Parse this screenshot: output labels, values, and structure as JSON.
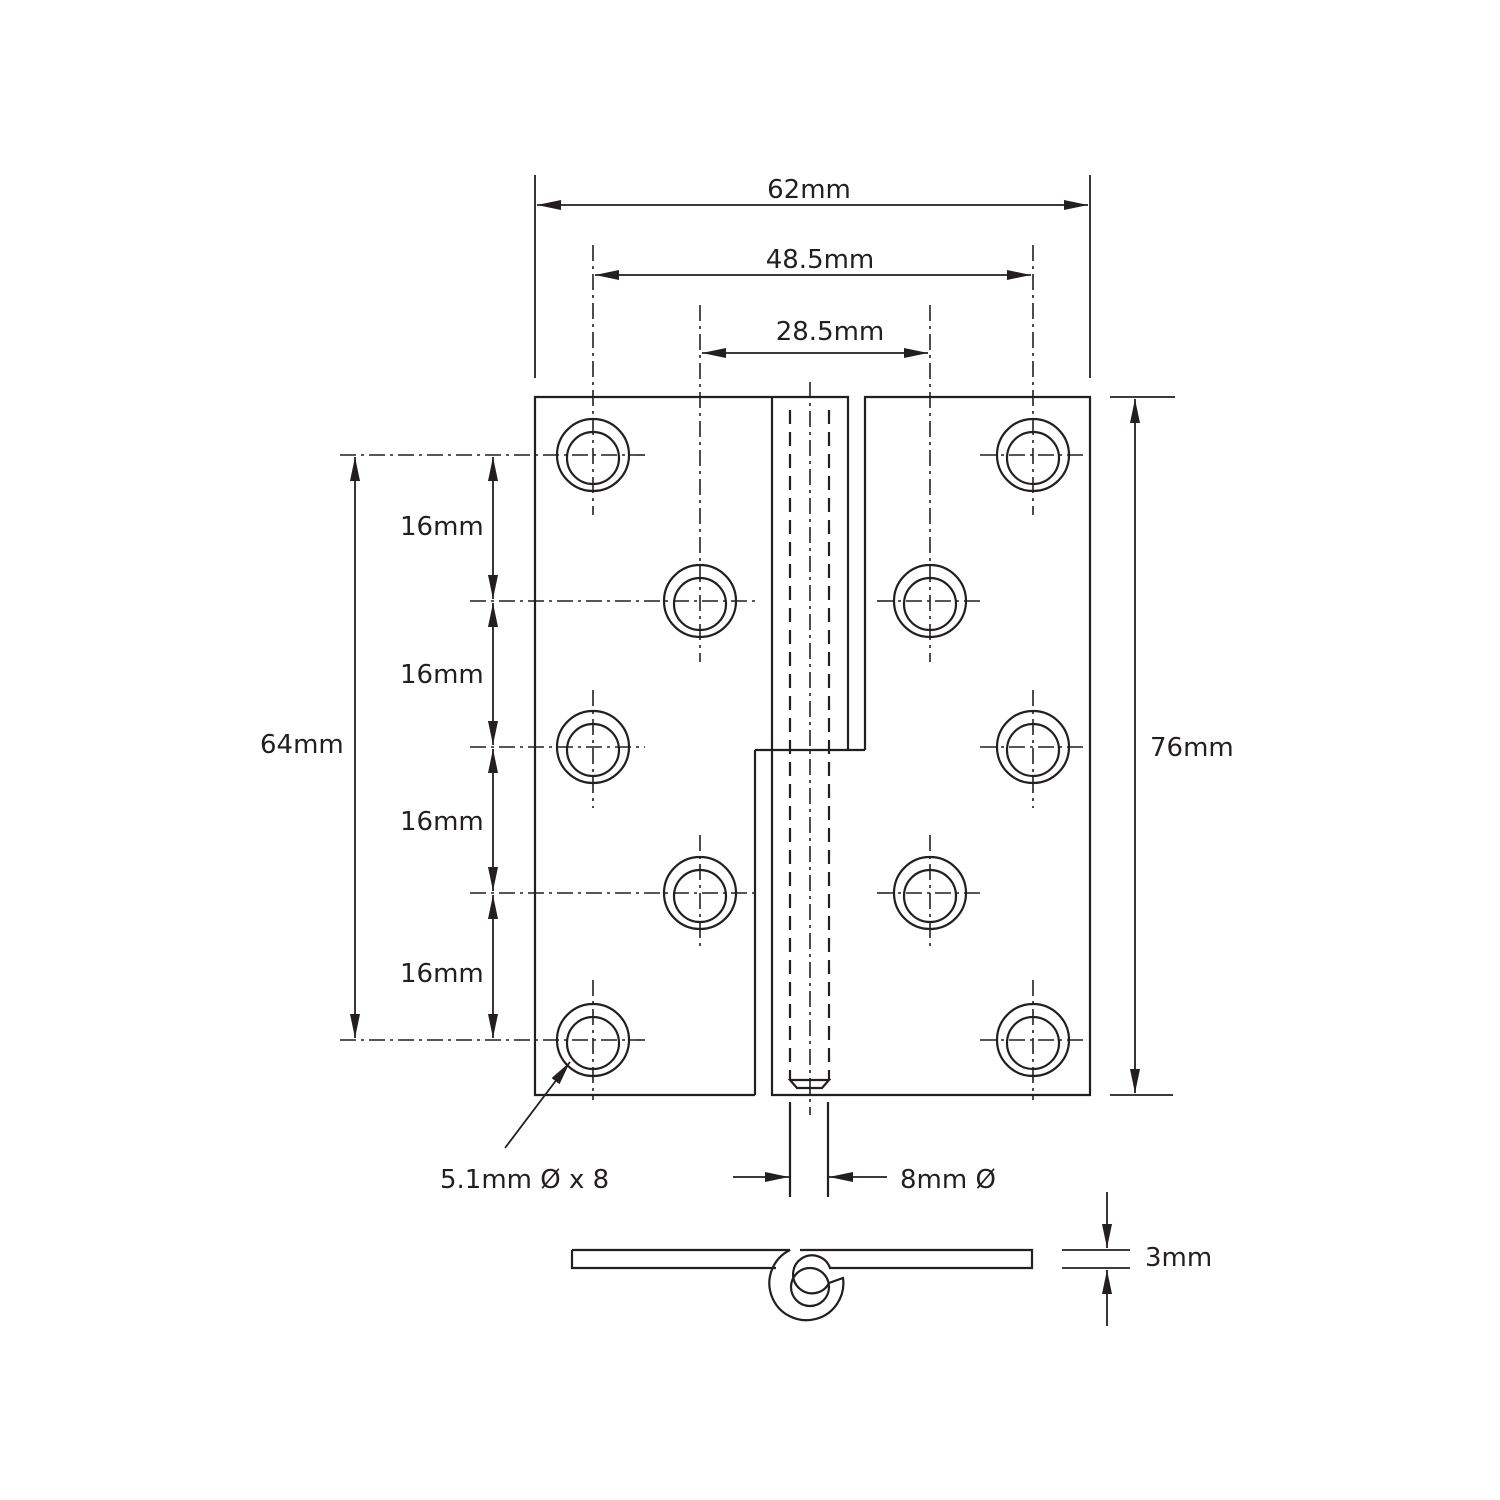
{
  "labels": {
    "overall_width": "62mm",
    "outer_hole_spacing": "48.5mm",
    "inner_hole_spacing": "28.5mm",
    "pitch_1": "16mm",
    "pitch_2": "16mm",
    "pitch_3": "16mm",
    "pitch_4": "16mm",
    "hole_span": "64mm",
    "overall_height": "76mm",
    "hole_callout": "5.1mm Ø x 8",
    "pin_diameter": "8mm Ø",
    "thickness": "3mm"
  },
  "colors": {
    "line": "#231f20",
    "background": "#ffffff"
  }
}
